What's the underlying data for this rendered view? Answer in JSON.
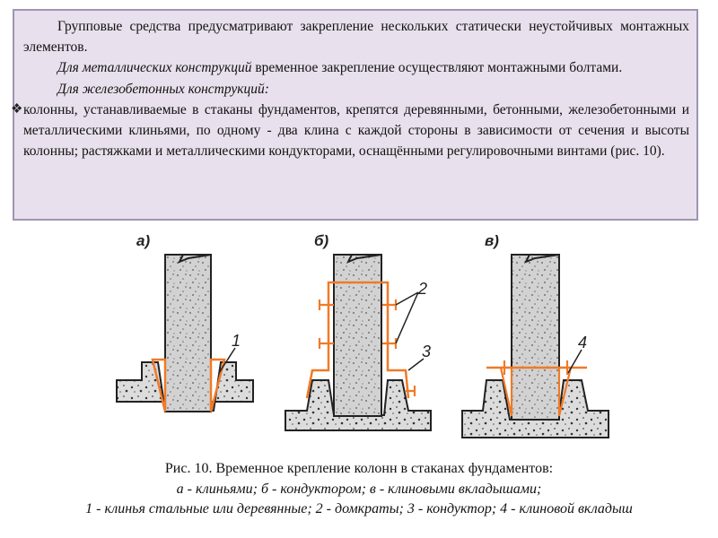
{
  "text": {
    "para1": "Групповые средства предусматривают закрепление нескольких статически неустойчивых монтажных элементов.",
    "para2_italic": "Для металлических конструкций",
    "para2_rest": " временное закрепление осуществляют монтажными болтами.",
    "para3_italic": "Для железобетонных конструкций:",
    "bullet_text": "колонны, устанавливаемые в стаканы фундаментов, крепятся деревянными, бетонными, железобетонными и металлическими клиньями, по одному - два клина с каждой стороны в зависимости от сечения и высоты колонны; растяжками и металлическими кондукторами, оснащёнными регулировочными винтами (рис. 10)."
  },
  "diagram": {
    "panel_a": "а)",
    "panel_b": "б)",
    "panel_c": "в)",
    "label_1": "1",
    "label_2": "2",
    "label_3": "3",
    "label_4": "4",
    "accent_color": "#f07a28",
    "fill_color": "#d2d2d2"
  },
  "caption": {
    "line1": "Рис. 10. Временное крепление колонн в стаканах фундаментов:",
    "line2": "а - клиньями; б  - кондуктором; в - клиновыми вкладышами;",
    "line3": "1 - клинья стальные или деревянные; 2 - домкраты; 3 - кондуктор; 4 - клиновой вкладыш"
  }
}
